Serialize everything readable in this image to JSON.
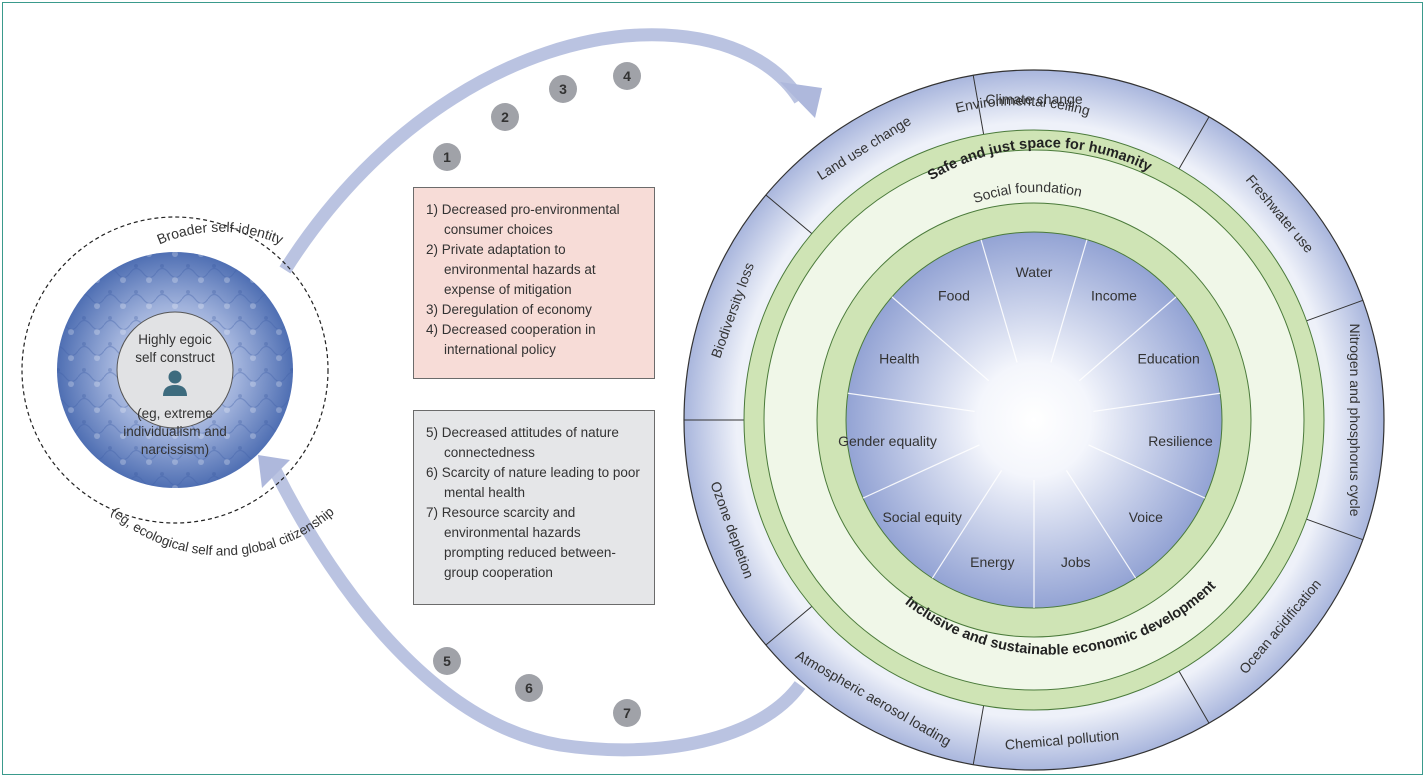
{
  "colors": {
    "frame": "#3a9a8c",
    "pink_box": "#f7dcd7",
    "grey_box": "#e5e6e8",
    "green_band": "#cfe4b5",
    "arrow": "#aeb8dc",
    "badge": "#a0a2a8"
  },
  "self": {
    "outer_label": "Broader self-identity",
    "outer_sub": "(eg, ecological self and global citizenship",
    "core_title_1": "Highly egoic",
    "core_title_2": "self construct",
    "core_sub_1": "(eg, extreme",
    "core_sub_2": "individualism and",
    "core_sub_3": "narcissism)",
    "person_icon": "person-icon"
  },
  "badges_top": [
    "1",
    "2",
    "3",
    "4"
  ],
  "badges_bottom": [
    "5",
    "6",
    "7"
  ],
  "box_top": {
    "items": [
      "1) Decreased pro-environmental consumer choices",
      "2) Private adaptation to environmental hazards at expense of mitigation",
      "3) Deregulation of economy",
      "4) Decreased cooperation in international policy"
    ]
  },
  "box_bottom": {
    "items": [
      "5) Decreased attitudes of nature connectedness",
      "6) Scarcity of nature leading to poor mental health",
      "7) Resource scarcity and environmental hazards prompting reduced between-group cooperation"
    ]
  },
  "doughnut": {
    "ceiling_label": "Environmental ceiling",
    "foundation_label": "Social foundation",
    "safe_space": "Safe and just space for humanity",
    "inclusive": "Inclusive and sustainable economic development",
    "outer_segments": [
      "Climate change",
      "Freshwater use",
      "Nitrogen and phosphorus cycle",
      "Ocean acidification",
      "Chemical pollution",
      "Atmospheric aerosol loading",
      "Ozone depletion",
      "Biodiversity loss",
      "Land use change"
    ],
    "inner_segments": [
      "Water",
      "Income",
      "Education",
      "Resilience",
      "Voice",
      "Jobs",
      "Energy",
      "Social equity",
      "Gender equality",
      "Health",
      "Food"
    ]
  }
}
